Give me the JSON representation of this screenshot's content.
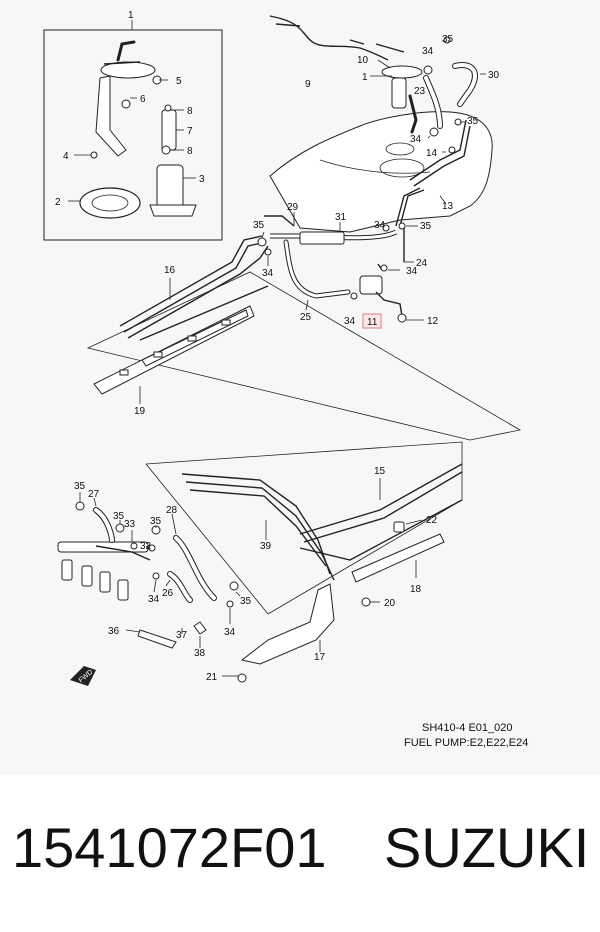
{
  "diagram": {
    "caption_code": "SH410-4 E01_020",
    "caption_title": "FUEL PUMP:E2,E22,E24",
    "callouts": {
      "n1": "1",
      "n1b": "1",
      "n2": "2",
      "n3": "3",
      "n4": "4",
      "n5": "5",
      "n6": "6",
      "n7": "7",
      "n8a": "8",
      "n8b": "8",
      "n9": "9",
      "n10": "10",
      "n11": "11",
      "n12": "12",
      "n13": "13",
      "n14": "14",
      "n15": "15",
      "n16": "16",
      "n17": "17",
      "n18": "18",
      "n19": "19",
      "n20": "20",
      "n21": "21",
      "n22": "22",
      "n23": "23",
      "n24": "24",
      "n25": "25",
      "n26": "26",
      "n27": "27",
      "n28": "28",
      "n29": "29",
      "n30": "30",
      "n31": "31",
      "n32": "32",
      "n33": "33",
      "n34a": "34",
      "n34b": "34",
      "n34c": "34",
      "n34d": "34",
      "n34e": "34",
      "n34f": "34",
      "n34g": "34",
      "n35a": "35",
      "n35b": "35",
      "n35c": "35",
      "n35d": "35",
      "n35e": "35",
      "n35f": "35",
      "n35g": "35",
      "n35h": "35",
      "n36": "36",
      "n37": "37",
      "n38": "38",
      "n39": "39"
    },
    "highlight_color": "#e07b7b"
  },
  "footer": {
    "part_number": "1541072F01",
    "brand": "SUZUKI"
  }
}
